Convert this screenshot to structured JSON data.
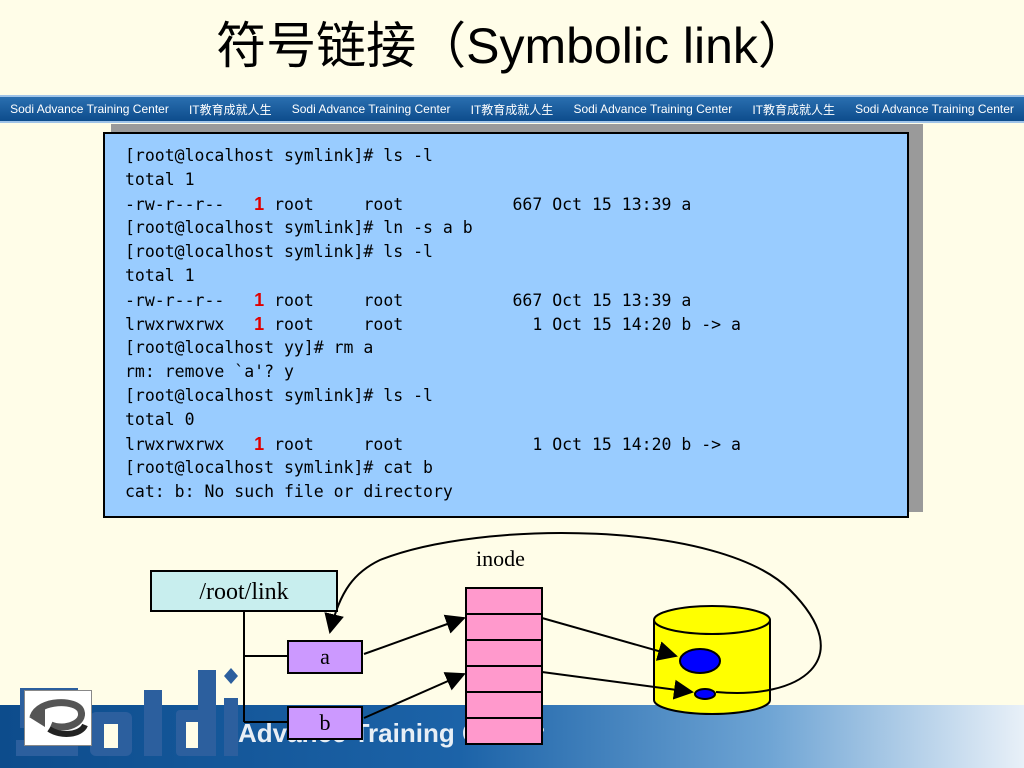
{
  "slide": {
    "title": "符号链接（Symbolic link）"
  },
  "banner": {
    "items": [
      "Sodi Advance Training Center",
      "IT教育成就人生",
      "Sodi Advance Training Center",
      "IT教育成就人生",
      "Sodi Advance Training Center",
      "IT教育成就人生",
      "Sodi Advance Training Center"
    ]
  },
  "terminal": {
    "lines": [
      [
        "[root@localhost symlink]# ls -l"
      ],
      [
        "total 1"
      ],
      [
        "-rw-r--r--   ",
        "1",
        " root     root           667 Oct 15 13:39 a"
      ],
      [
        "[root@localhost symlink]# ln -s a b"
      ],
      [
        "[root@localhost symlink]# ls -l"
      ],
      [
        "total 1"
      ],
      [
        "-rw-r--r--   ",
        "1",
        " root     root           667 Oct 15 13:39 a"
      ],
      [
        "lrwxrwxrwx   ",
        "1",
        " root     root             1 Oct 15 14:20 b -> a"
      ],
      [
        "[root@localhost yy]# rm a"
      ],
      [
        "rm: remove `a'? y"
      ],
      [
        "[root@localhost symlink]# ls -l"
      ],
      [
        "total 0"
      ],
      [
        "lrwxrwxrwx   ",
        "1",
        " root     root             1 Oct 15 14:20 b -> a"
      ],
      [
        "[root@localhost symlink]# cat b"
      ],
      [
        "cat: b: No such file or directory"
      ]
    ]
  },
  "diagram": {
    "dir_label": "/root/link",
    "file_a": "a",
    "file_b": "b",
    "inode_label": "inode"
  },
  "footer": {
    "logo_text": "Advance Training Center"
  },
  "colors": {
    "terminal_bg": "#99ccff",
    "link_count": "#e00000",
    "inode_slot": "#ff99cc",
    "disk": "#ffff00",
    "disk_block": "#0000ff"
  }
}
